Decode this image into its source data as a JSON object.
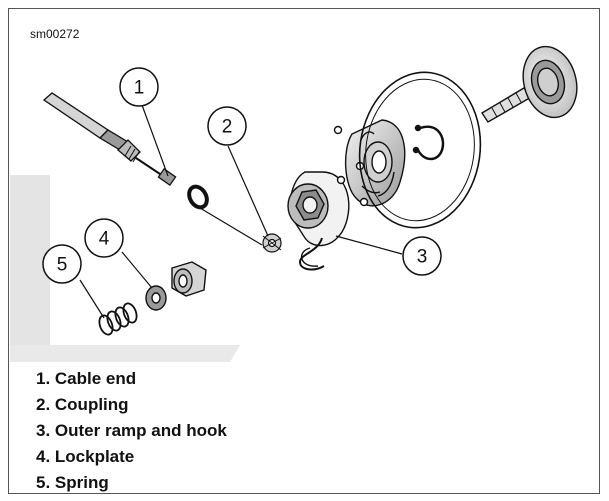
{
  "figure": {
    "reference_code": "sm00272",
    "callouts": [
      "1",
      "2",
      "3",
      "4",
      "5"
    ]
  },
  "legend": [
    "1. Cable end",
    "2. Coupling",
    "3. Outer ramp and hook",
    "4. Lockplate",
    "5. Spring"
  ],
  "colors": {
    "line": "#111111",
    "fill_light": "#f2f2f2",
    "fill_mid": "#cfcfcf",
    "fill_dark": "#8c8c8c",
    "shadow": "#d8d8d8"
  }
}
